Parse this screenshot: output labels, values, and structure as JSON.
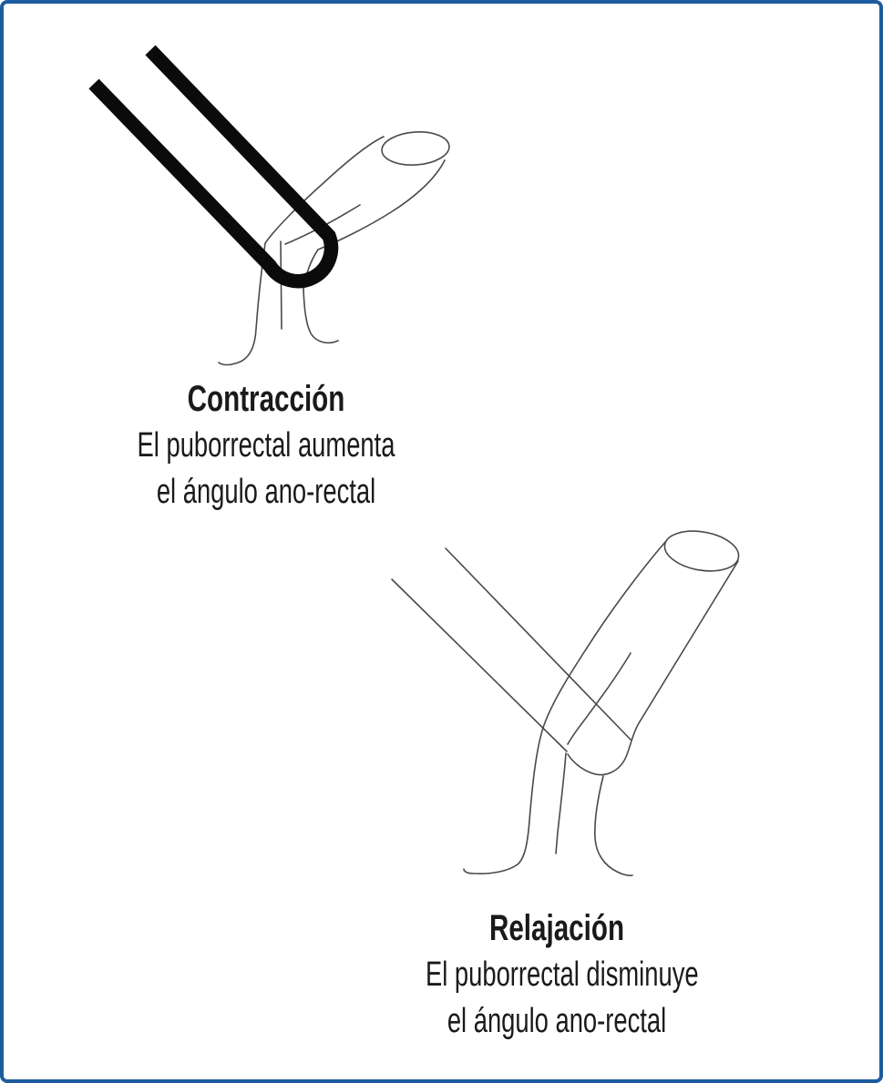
{
  "page": {
    "background": "#ffffff",
    "border_color": "#1d5c9e"
  },
  "colors": {
    "contracted_sling_stroke": "#0b0b0b",
    "line_art_stroke": "#4a4a4a",
    "text": "#1a1a1a"
  },
  "figures": [
    {
      "id": "contraction",
      "title": "Contracción",
      "caption_line_1": "El puborrectal aumenta",
      "caption_line_2": "el ángulo ano-rectal"
    },
    {
      "id": "relaxation",
      "title": "Relajación",
      "caption_line_1": "El puborrectal disminuye",
      "caption_line_2": "el ángulo ano-rectal"
    }
  ]
}
